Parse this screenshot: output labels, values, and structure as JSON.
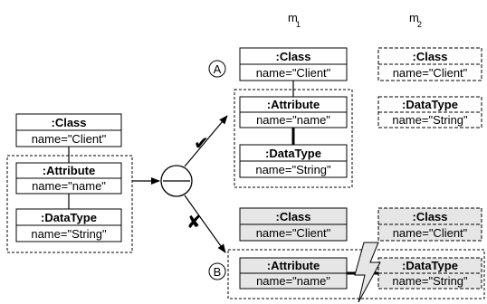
{
  "headers": {
    "m1": {
      "base": "m",
      "sub": "1"
    },
    "m2": {
      "base": "m",
      "sub": "2"
    }
  },
  "left": {
    "class": {
      "title": ":Class",
      "attr": "name=\"Client\""
    },
    "attribute": {
      "title": ":Attribute",
      "attr": "name=\"name\""
    },
    "datatype": {
      "title": ":DataType",
      "attr": "name=\"String\""
    }
  },
  "case_a": {
    "marker": "A",
    "m1": {
      "class": {
        "title": ":Class",
        "attr": "name=\"Client\""
      },
      "attribute": {
        "title": ":Attribute",
        "attr": "name=\"name\""
      },
      "datatype": {
        "title": ":DataType",
        "attr": "name=\"String\""
      }
    },
    "m2": {
      "class": {
        "title": ":Class",
        "attr": "name=\"Client\""
      },
      "datatype": {
        "title": ":DataType",
        "attr": "name=\"String\""
      }
    }
  },
  "case_b": {
    "marker": "B",
    "m1": {
      "class": {
        "title": ":Class",
        "attr": "name=\"Client\""
      },
      "attribute": {
        "title": ":Attribute",
        "attr": "name=\"name\""
      }
    },
    "m2": {
      "class": {
        "title": ":Class",
        "attr": "name=\"Client\""
      },
      "datatype": {
        "title": ":DataType",
        "attr": "name=\"String\""
      }
    }
  },
  "symbols": {
    "check": "✔",
    "cross": "✘"
  },
  "colors": {
    "stroke": "#000000",
    "box_fill": "#ffffff",
    "shaded_fill": "#e6e6e6"
  }
}
